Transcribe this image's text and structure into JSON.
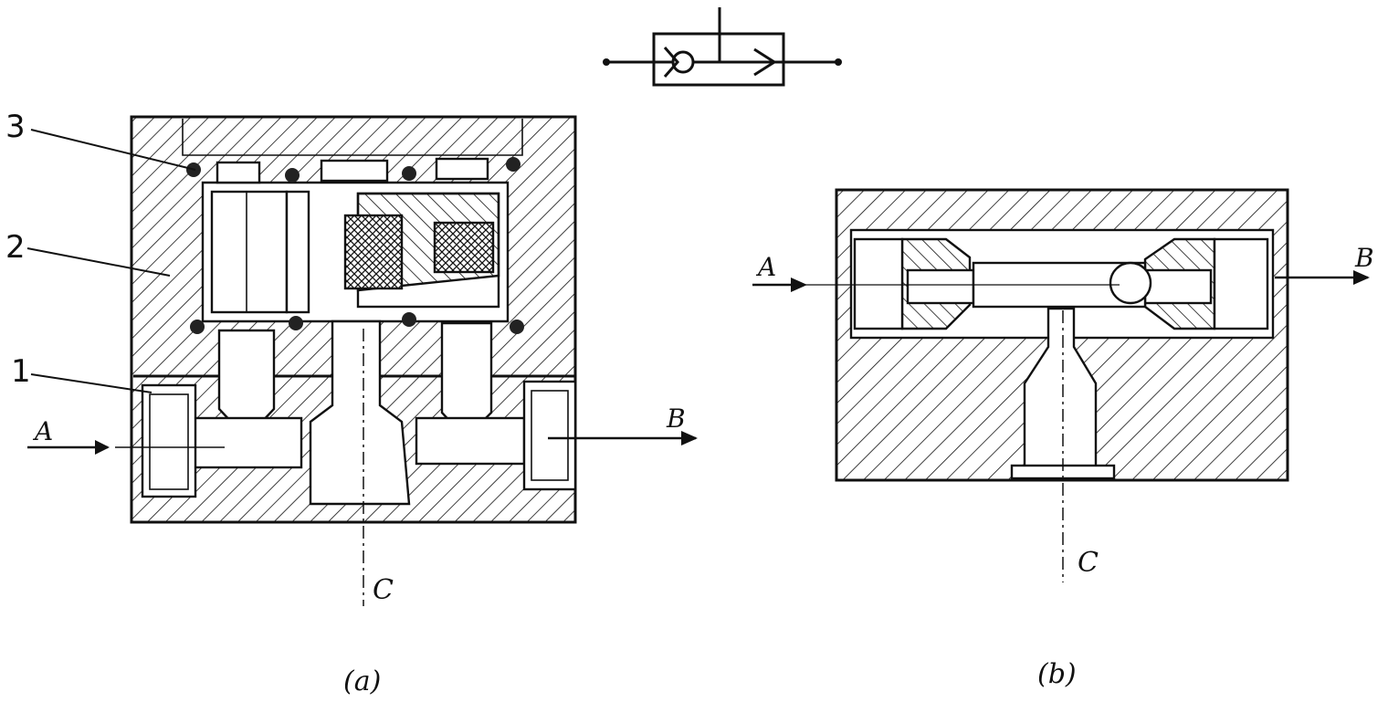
{
  "symbol": {},
  "figure_a": {
    "part_labels": [
      "3",
      "2",
      "1"
    ],
    "port_a": "A",
    "port_b": "B",
    "port_c": "C",
    "caption": "(a)"
  },
  "figure_b": {
    "port_a": "A",
    "port_b": "B",
    "port_c": "C",
    "caption": "(b)"
  }
}
